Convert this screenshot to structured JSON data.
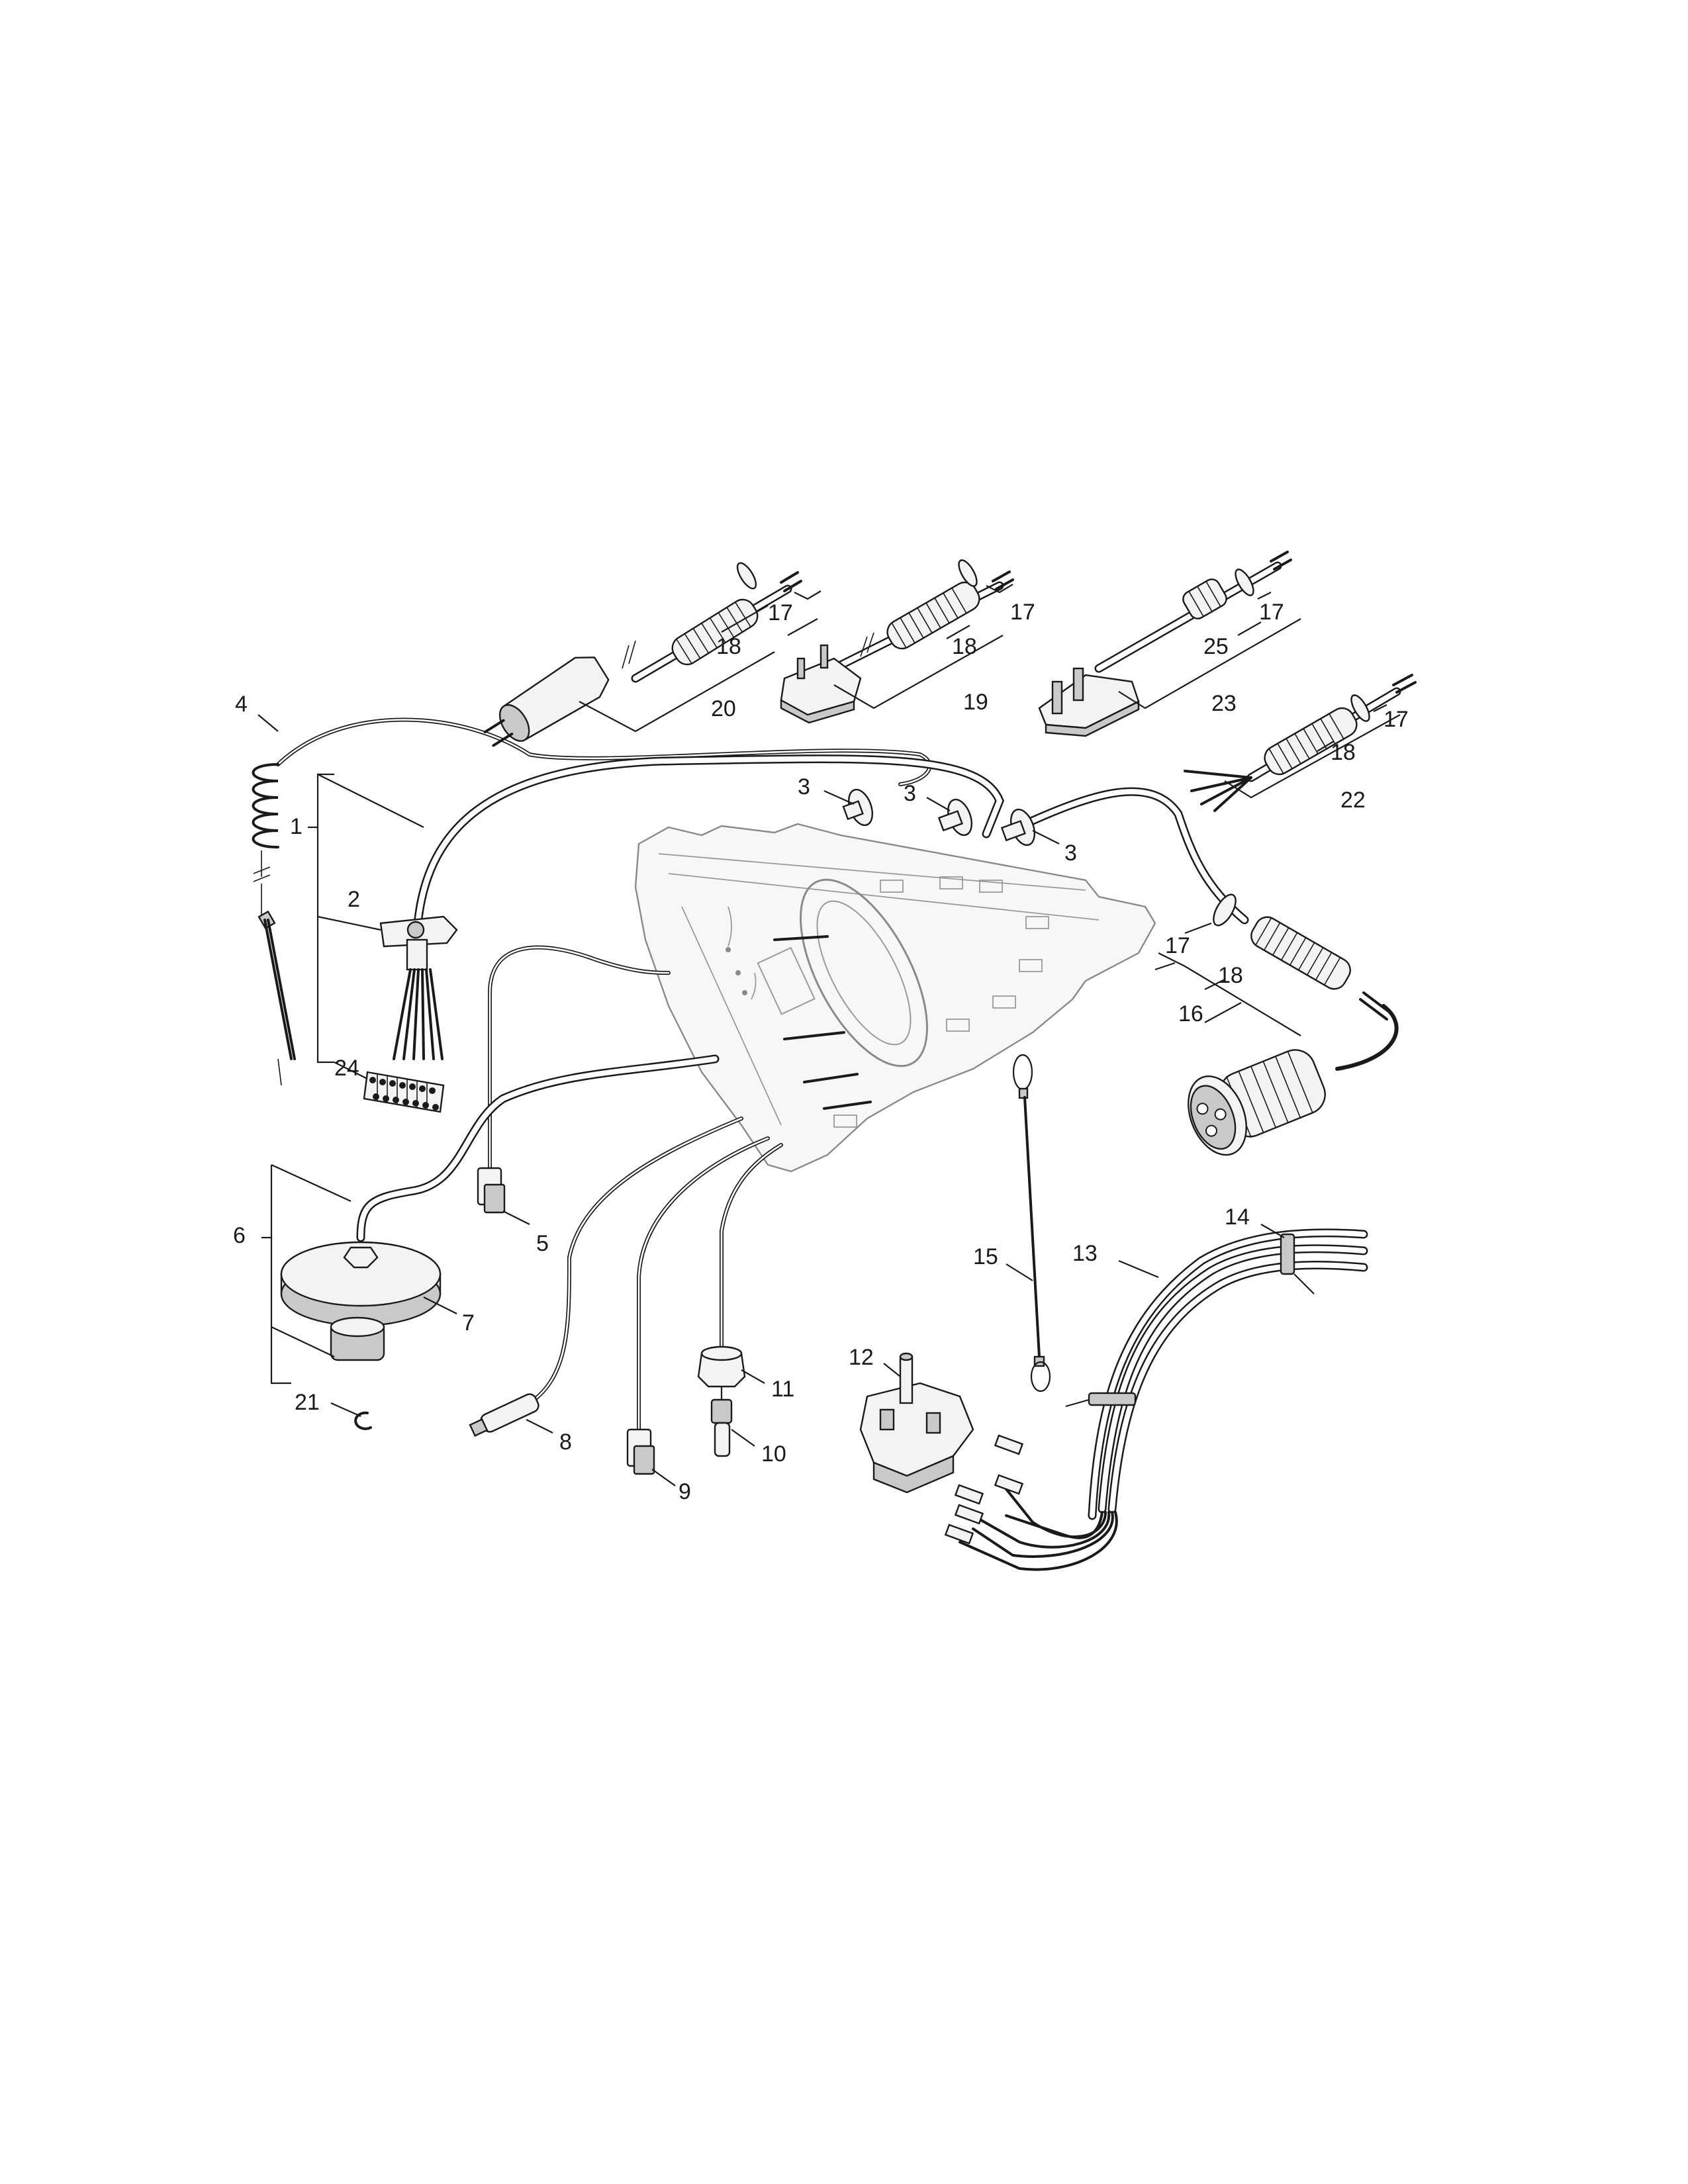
{
  "diagram": {
    "part_numbers": {
      "p1": "1",
      "p2": "2",
      "p3a": "3",
      "p3b": "3",
      "p3c": "3",
      "p4": "4",
      "p5": "5",
      "p6": "6",
      "p7": "7",
      "p8": "8",
      "p9": "9",
      "p10": "10",
      "p11": "11",
      "p12": "12",
      "p13": "13",
      "p14": "14",
      "p15": "15",
      "p16": "16",
      "p17a": "17",
      "p17b": "17",
      "p17c": "17",
      "p17d": "17",
      "p17e": "17",
      "p18a": "18",
      "p18b": "18",
      "p18c": "18",
      "p18d": "18",
      "p19": "19",
      "p20": "20",
      "p21": "21",
      "p22": "22",
      "p23": "23",
      "p24": "24",
      "p25": "25"
    }
  }
}
